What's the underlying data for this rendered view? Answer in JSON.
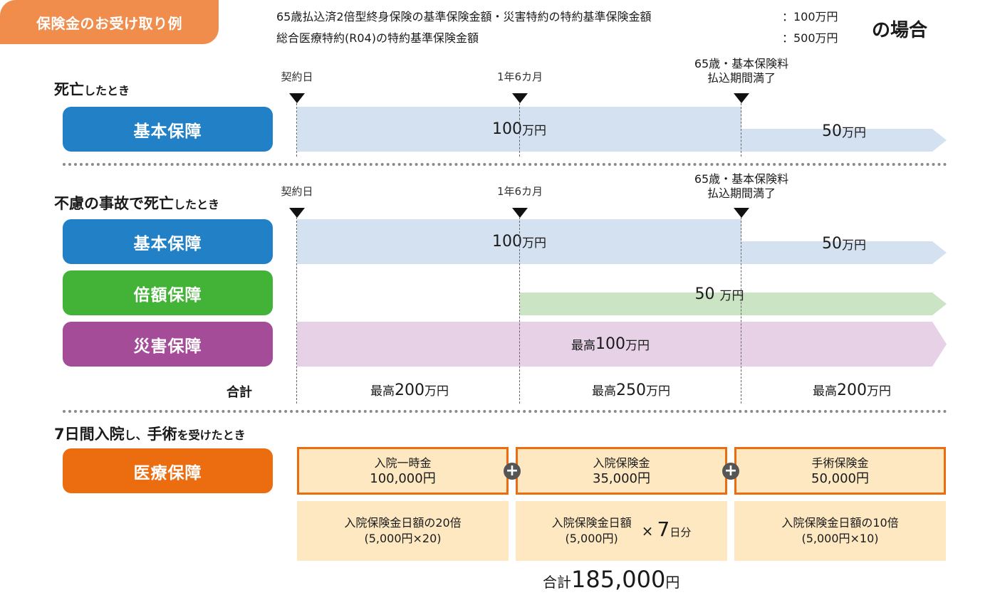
{
  "header": {
    "tab_label": "保険金のお受け取り例",
    "conditions": [
      {
        "label": "65歳払込済2倍型終身保険の基準保険金額・災害特約の特約基準保険金額",
        "value": "：100万円"
      },
      {
        "label": "総合医療特約(R04)の特約基準保険金額",
        "value": "：500万円"
      }
    ],
    "case_suffix": "の場合"
  },
  "timeline": {
    "contract_day": "契約日",
    "one_year_six_months": "1年6カ月",
    "age65_line1": "65歳・基本保険料",
    "age65_line2": "払込期間満了"
  },
  "death_section": {
    "title_bold": "死亡",
    "title_rest": "したとき",
    "rows": [
      {
        "category": "基本保障",
        "color": "#2180c6",
        "segments": [
          {
            "amount": "100",
            "unit": "万円"
          },
          {
            "amount": "50",
            "unit": "万円"
          }
        ]
      }
    ]
  },
  "accident_section": {
    "title_bold": "不慮の事故で死亡",
    "title_rest": "したとき",
    "rows": [
      {
        "category": "基本保障",
        "color": "#2180c6",
        "segments": [
          {
            "amount": "100",
            "unit": "万円"
          },
          {
            "amount": "50",
            "unit": "万円"
          }
        ]
      },
      {
        "category": "倍額保障",
        "color": "#42b336",
        "segments": [
          {
            "amount": "50",
            "unit": "万円"
          }
        ]
      },
      {
        "category": "災害保障",
        "color": "#a44c98",
        "segments": [
          {
            "prefix": "最高",
            "amount": "100",
            "unit": "万円"
          }
        ]
      }
    ],
    "total_label": "合計",
    "totals": [
      {
        "prefix": "最高",
        "amount": "200",
        "unit": "万円"
      },
      {
        "prefix": "最高",
        "amount": "250",
        "unit": "万円"
      },
      {
        "prefix": "最高",
        "amount": "200",
        "unit": "万円"
      }
    ]
  },
  "medical_section": {
    "title_part1": "7日間入院",
    "title_part2": "し、",
    "title_part3": "手術",
    "title_part4": "を受けたとき",
    "category": "医療保障",
    "color": "#ec6d0f",
    "benefits": [
      {
        "name": "入院一時金",
        "amount": "100,000円",
        "calc_line1": "入院保険金日額の20倍",
        "calc_line2": "(5,000円×20)"
      },
      {
        "name": "入院保険金",
        "amount": "35,000円",
        "calc_line1": "入院保険金日額",
        "calc_line2": "(5,000円)",
        "multiplier_sign": "×",
        "multiplier_value": "7",
        "multiplier_unit": "日分"
      },
      {
        "name": "手術保険金",
        "amount": "50,000円",
        "calc_line1": "入院保険金日額の10倍",
        "calc_line2": "(5,000円×10)"
      }
    ],
    "plus_symbol": "+",
    "grand_total_prefix": "合計",
    "grand_total_amount": "185,000",
    "grand_total_unit": "円"
  }
}
